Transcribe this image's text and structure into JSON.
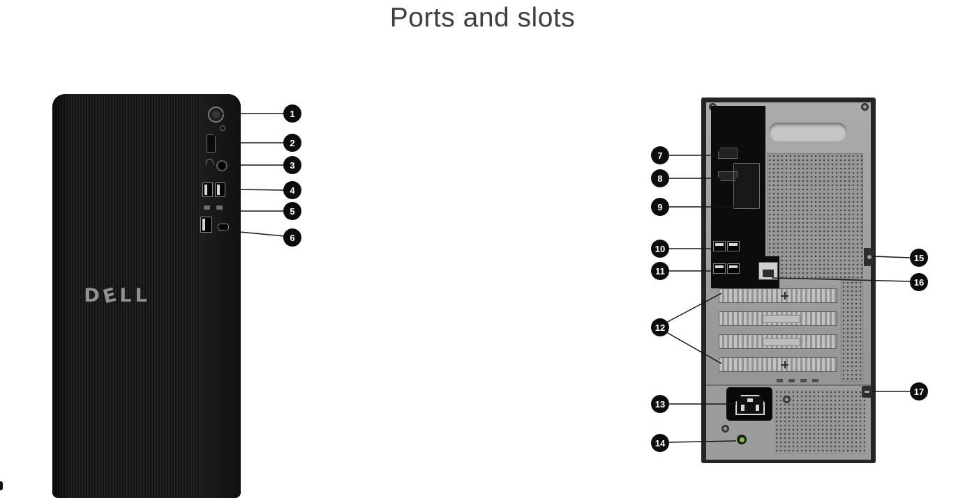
{
  "title": "Ports and slots",
  "brand": {
    "logo_chars": [
      "D",
      "E",
      "L",
      "L"
    ]
  },
  "callouts": [
    "1",
    "2",
    "3",
    "4",
    "5",
    "6",
    "7",
    "8",
    "9",
    "10",
    "11",
    "12",
    "13",
    "14",
    "15",
    "16",
    "17"
  ]
}
